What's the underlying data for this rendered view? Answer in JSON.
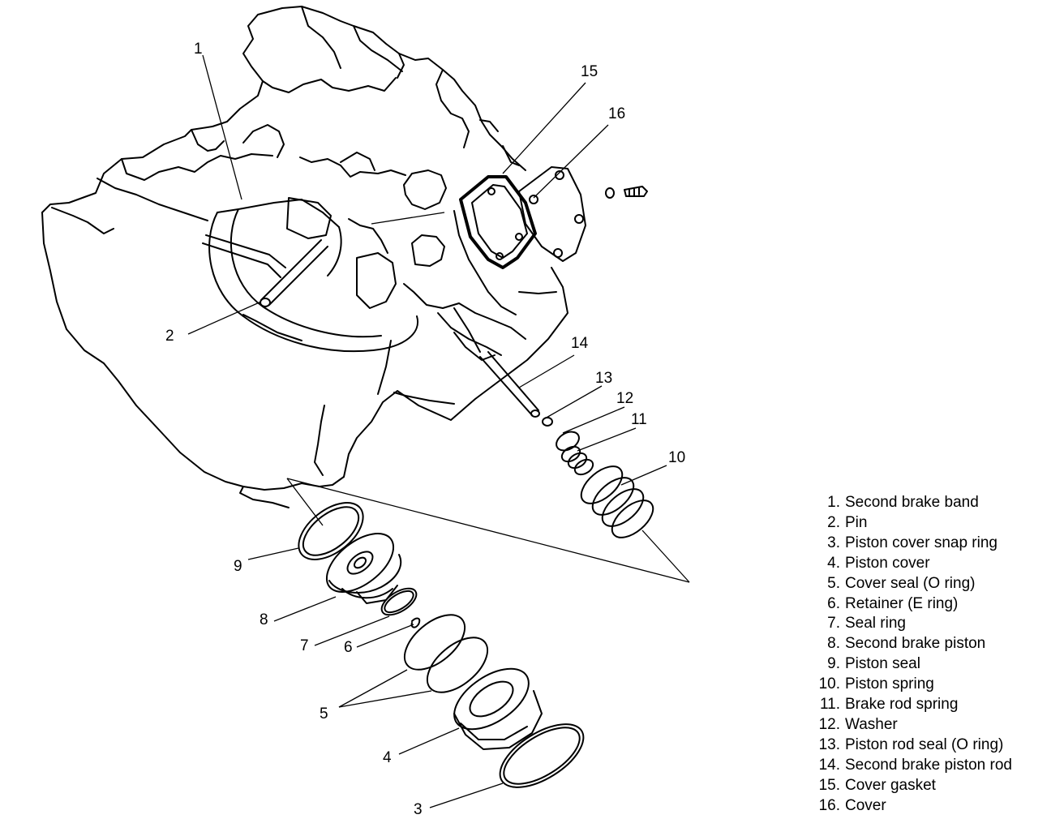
{
  "callouts": {
    "c1": "1",
    "c2": "2",
    "c3": "3",
    "c4": "4",
    "c5": "5",
    "c6": "6",
    "c7": "7",
    "c8": "8",
    "c9": "9",
    "c10": "10",
    "c11": "11",
    "c12": "12",
    "c13": "13",
    "c14": "14",
    "c15": "15",
    "c16": "16"
  },
  "legend": [
    {
      "num": "1.",
      "text": "Second brake band"
    },
    {
      "num": "2.",
      "text": "Pin"
    },
    {
      "num": "3.",
      "text": "Piston cover snap ring"
    },
    {
      "num": "4.",
      "text": "Piston cover"
    },
    {
      "num": "5.",
      "text": "Cover seal (O ring)"
    },
    {
      "num": "6.",
      "text": "Retainer (E ring)"
    },
    {
      "num": "7.",
      "text": "Seal ring"
    },
    {
      "num": "8.",
      "text": "Second brake piston"
    },
    {
      "num": "9.",
      "text": "Piston seal"
    },
    {
      "num": "10.",
      "text": "Piston spring"
    },
    {
      "num": "11.",
      "text": "Brake rod spring"
    },
    {
      "num": "12.",
      "text": "Washer"
    },
    {
      "num": "13.",
      "text": "Piston rod seal (O ring)"
    },
    {
      "num": "14.",
      "text": "Second brake piston rod"
    },
    {
      "num": "15.",
      "text": "Cover gasket"
    },
    {
      "num": "16.",
      "text": "Cover"
    }
  ]
}
